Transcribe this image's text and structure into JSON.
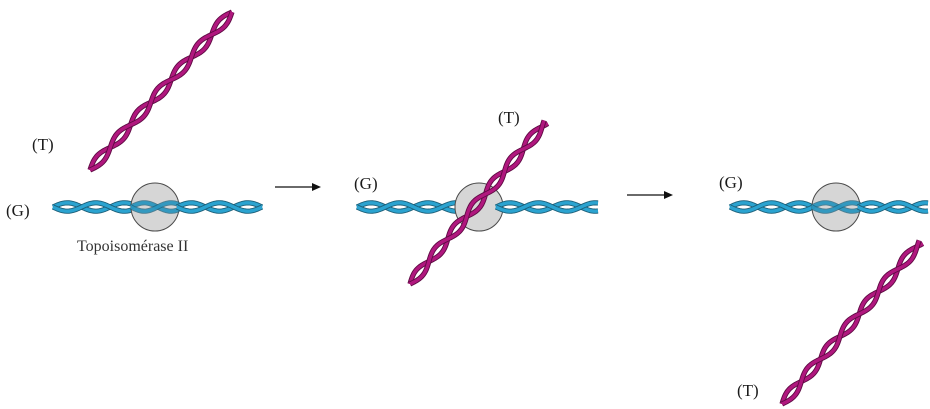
{
  "labels": {
    "t": "(T)",
    "g": "(G)",
    "enzyme_caption": "Topoisomérase II"
  },
  "colors": {
    "g_segment_fill": "#2ba3d0",
    "g_segment_outline": "#1d5f78",
    "t_segment_fill": "#b0177e",
    "t_segment_outline": "#5e0b43",
    "enzyme_fill": "#d6d6d6",
    "enzyme_outline": "#4a4a4a",
    "background": "#ffffff"
  },
  "steps": [
    {
      "name": "step-1-before-passage"
    },
    {
      "name": "step-2-t-segment-passing-through"
    },
    {
      "name": "step-3-after-passage"
    }
  ]
}
